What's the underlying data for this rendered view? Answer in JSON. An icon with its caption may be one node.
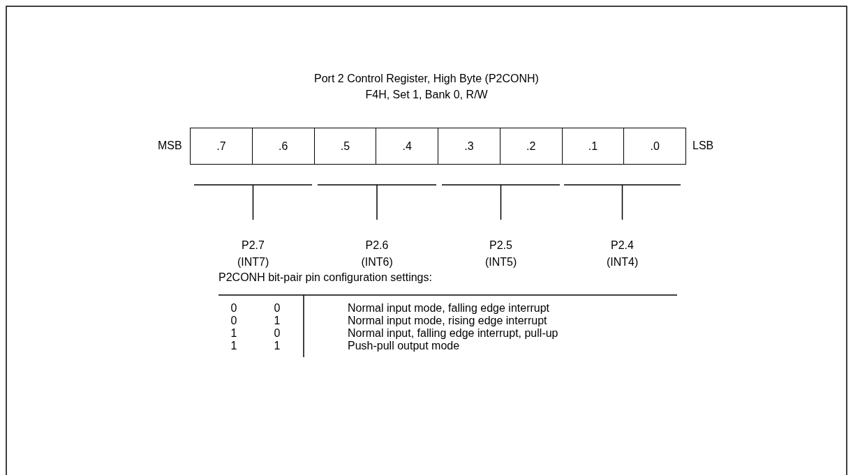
{
  "diagram": {
    "title": "Port 2 Control Register, High Byte (P2CONH)",
    "nodes": [
      {
        "text": [
          ".7"
        ]
      },
      {
        "text": [
          ".6"
        ]
      },
      {
        "text": [
          ".5"
        ]
      },
      {
        "text": [
          ".4"
        ]
      },
      {
        "text": [
          ".3"
        ]
      },
      {
        "text": [
          ".2"
        ]
      },
      {
        "text": [
          ".1"
        ]
      },
      {
        "text": [
          ".0"
        ]
      }
    ],
    "edges": [],
    "labels": [
      "F4H, Set 1, Bank 0, R/W",
      "MSB",
      "LSB",
      "P2.7",
      "(INT7)",
      "P2.6",
      "(INT6)",
      "P2.5",
      "(INT5)",
      "P2.4",
      "(INT4)",
      "P2CONH bit-pair pin configuration settings:",
      "0",
      "0",
      "Normal input mode, falling edge interrupt",
      "0",
      "1",
      "Normal input mode, rising edge interrupt",
      "1",
      "0",
      "Normal input, falling edge interrupt, pull-up",
      "1",
      "1",
      "Push-pull output mode"
    ]
  }
}
